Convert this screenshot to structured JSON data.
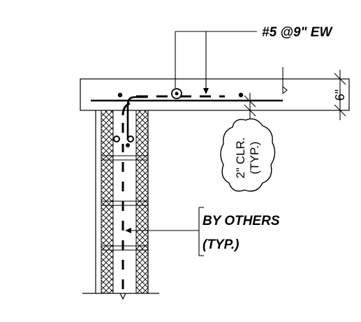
{
  "labels": {
    "rebar": "#5 @9\" EW",
    "by_others_line1": "BY OTHERS",
    "by_others_line2": "(TYP.)",
    "clear_line1": "2\" CLR.",
    "clear_line2": "(TYP.)",
    "thickness": "6\""
  },
  "colors": {
    "line": "#000000",
    "background": "#ffffff"
  }
}
